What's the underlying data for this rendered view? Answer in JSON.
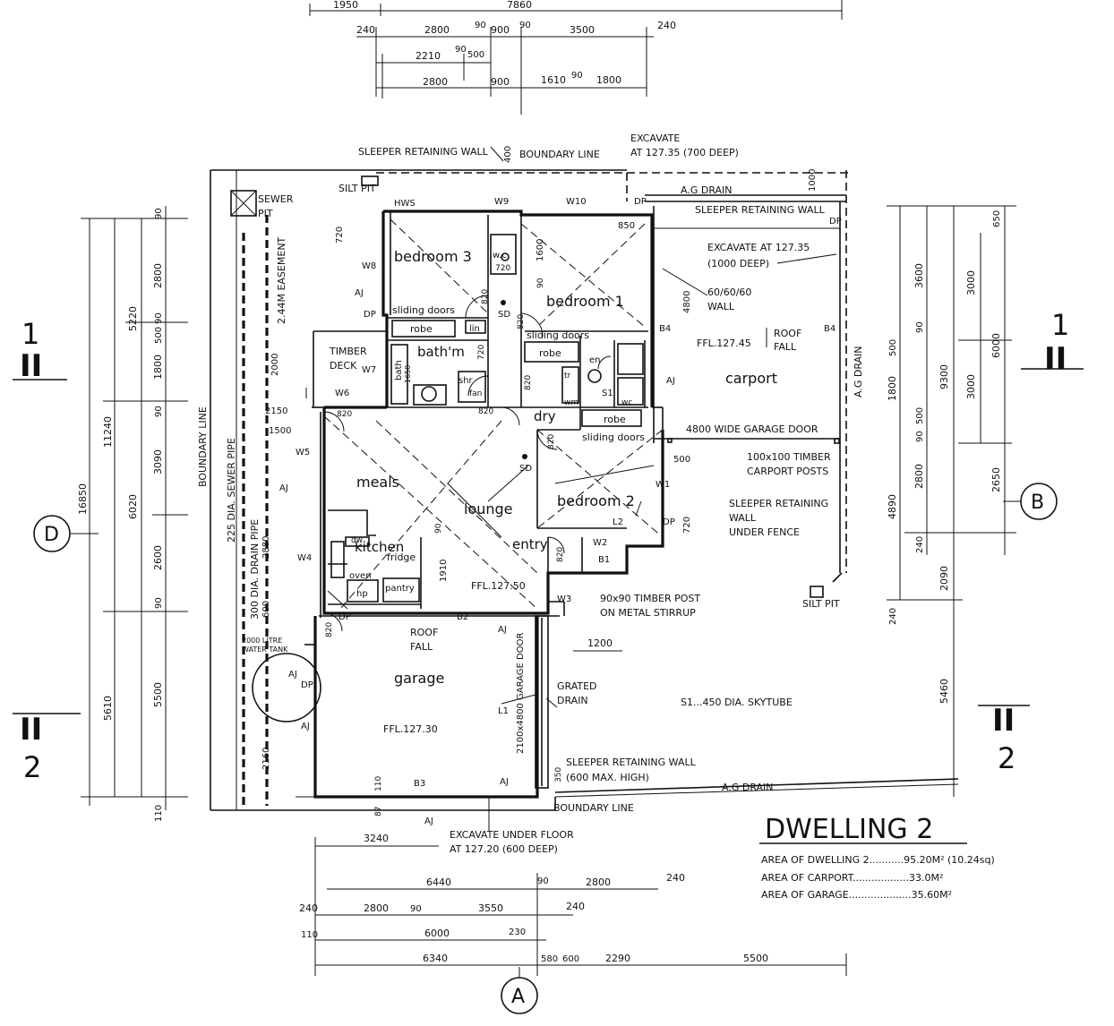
{
  "title": "DWELLING 2",
  "areas": {
    "dwelling": "AREA OF DWELLING 2...........95.20M² (10.24sq)",
    "carport": "AREA OF CARPORT..................33.0M²",
    "garage": "AREA OF GARAGE....................35.60M²"
  },
  "rooms": {
    "bedroom3": "bedroom 3",
    "bedroom1": "bedroom 1",
    "bedroom2": "bedroom 2",
    "bath": "bath'm",
    "meals": "meals",
    "lounge": "lounge",
    "kitchen": "kitchen",
    "entry": "entry",
    "garage": "garage",
    "carport": "carport",
    "dry": "dry",
    "deck": [
      "TIMBER",
      "DECK"
    ]
  },
  "fixtures": [
    "robe",
    "robe",
    "robe",
    "lin",
    "w.c",
    "shr",
    "fan",
    "bath",
    "1650",
    "720",
    "en",
    "tr",
    "wm",
    "wc",
    "dw",
    "fridge",
    "oven",
    "hp",
    "pantry",
    "SD",
    "SD",
    "S1"
  ],
  "windows": [
    "W1",
    "W2",
    "W3",
    "W4",
    "W5",
    "W6",
    "W7",
    "W8",
    "W9",
    "W10",
    "HWS",
    "B1",
    "B2",
    "B3",
    "B4",
    "B4",
    "L1",
    "L2",
    "AJ",
    "DP"
  ],
  "notes": {
    "sleeper_top": "SLEEPER RETAINING WALL",
    "boundary_top": "BOUNDARY LINE",
    "excavate_top": [
      "EXCAVATE",
      "AT 127.35 (700 DEEP)"
    ],
    "silt_pit": "SILT PIT",
    "sewer_pit": [
      "SEWER",
      "PIT"
    ],
    "ag_drain": "A.G DRAIN",
    "sleeper_right": "SLEEPER RETAINING WALL",
    "excavate_right": [
      "EXCAVATE AT 127.35",
      "(1000 DEEP)"
    ],
    "wall_606060": [
      "60/60/60",
      "WALL"
    ],
    "roof_fall": [
      "ROOF",
      "FALL"
    ],
    "ffl_carport": "FFL.127.45",
    "garage_door_right": "4800 WIDE GARAGE DOOR",
    "carport_posts": [
      "100x100 TIMBER",
      "CARPORT POSTS"
    ],
    "sleeper_fence": [
      "SLEEPER RETAINING",
      "WALL",
      "UNDER FENCE"
    ],
    "silt_pit_right": "SILT PIT",
    "timber_post": [
      "90x90 TIMBER POST",
      "ON METAL STIRRUP"
    ],
    "grated_drain": [
      "GRATED",
      "DRAIN"
    ],
    "skytube": "S1...450 DIA. SKYTUBE",
    "sleeper_bottom": [
      "SLEEPER RETAINING WALL",
      "(600 MAX. HIGH)"
    ],
    "ag_drain_bottom": "A.G DRAIN",
    "boundary_bottom": "BOUNDARY LINE",
    "excavate_floor": [
      "EXCAVATE UNDER FLOOR",
      "AT 127.20 (600 DEEP)"
    ],
    "ffl_main": "FFL.127.50",
    "ffl_garage": "FFL.127.30",
    "roof_fall_garage": [
      "ROOF",
      "FALL"
    ],
    "garage_door_side": "2100x4800 GARAGE DOOR",
    "water_tank": [
      "2000 LITRE",
      "WATER TANK"
    ],
    "easement": "2.44M EASEMENT",
    "sewer_pipe": "225 DIA. SEWER PIPE",
    "drain_pipe": "300 DIA. DRAIN PIPE",
    "boundary_left": "BOUNDARY LINE",
    "sliding_doors": "sliding doors",
    "ag_drain_vertical": "A.G DRAIN"
  },
  "markers": {
    "D": "D",
    "B": "B",
    "A": "A"
  },
  "sections": {
    "s1": [
      "1",
      "II"
    ],
    "s2": [
      "II",
      "2"
    ]
  },
  "dims_top": [
    "1950",
    "7860",
    "240",
    "2800",
    "90",
    "900",
    "90",
    "3500",
    "240",
    "2210",
    "90",
    "500",
    "2800",
    "900",
    "1610",
    "90",
    "1800",
    "400",
    "1000",
    "850",
    "1600",
    "90",
    "720"
  ],
  "dims_left": [
    "16850",
    "11240",
    "5220",
    "6020",
    "5610",
    "90",
    "2800",
    "90",
    "500",
    "1800",
    "90",
    "3090",
    "2600",
    "90",
    "5500",
    "110",
    "720",
    "2000",
    "2150",
    "1500",
    "2880",
    "600",
    "2160",
    "87",
    "110"
  ],
  "dims_right": [
    "9300",
    "6000",
    "3000",
    "3000",
    "2650",
    "650",
    "3600",
    "500",
    "90",
    "1800",
    "500",
    "90",
    "2800",
    "4890",
    "240",
    "2090",
    "5460",
    "240"
  ],
  "dims_bottom": [
    "3240",
    "6440",
    "90",
    "2800",
    "240",
    "240",
    "2800",
    "90",
    "3550",
    "240",
    "110",
    "6000",
    "230",
    "6340",
    "580",
    "600",
    "2290",
    "5500",
    "1200"
  ],
  "dims_inner": [
    "4800",
    "500",
    "720",
    "1910",
    "90",
    "820",
    "820",
    "820",
    "820",
    "820",
    "820",
    "720",
    "820",
    "350",
    "2100x4800"
  ]
}
